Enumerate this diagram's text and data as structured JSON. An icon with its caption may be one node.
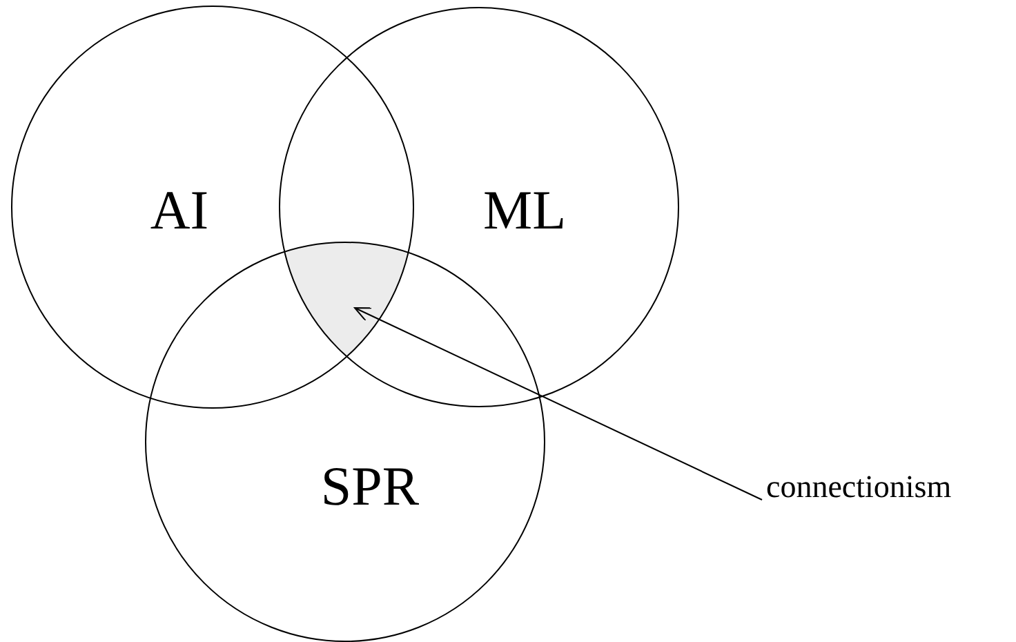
{
  "diagram": {
    "nodes": [
      {
        "text": [
          "AI"
        ]
      },
      {
        "text": [
          "ML"
        ]
      },
      {
        "text": [
          "SPR"
        ]
      },
      {
        "text": [
          "connectionism"
        ]
      },
      {
        "text": [],
        "shape": "region"
      }
    ],
    "edges": [
      {
        "from": 3,
        "to": 4,
        "arrow": "to"
      }
    ]
  }
}
